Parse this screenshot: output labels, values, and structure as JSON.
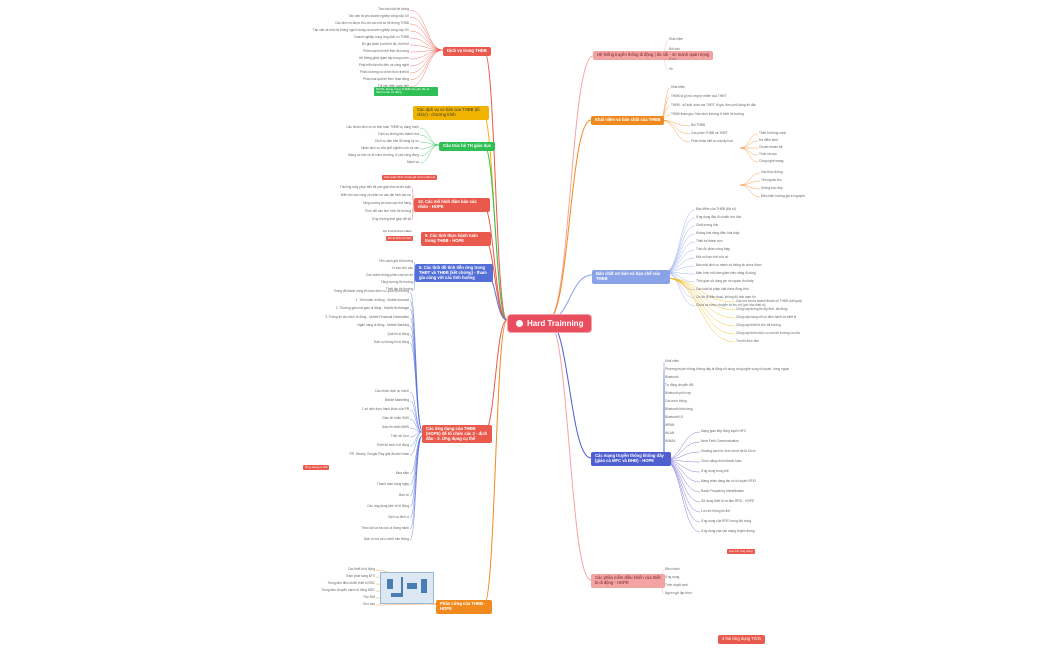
{
  "root": {
    "label": "Hard Trainning"
  },
  "branches": {
    "khai_niem": "Khái niệm và bản chất của THĐB",
    "ban_chat": "Bản chất cơ bản và hạn chế của THĐB",
    "he_thong_tdd": "Hệ thống truyền thông di động | đa nối - 4n mạnh quan trọng",
    "mang_tt": "Các mạng truyền thông không dây (giáo cả MFC và ĐHĐ) - HOPE",
    "phan_mem": "Các phần mềm điều khiển của thiết bị di động - HOPE",
    "ung_dung": "Các ứng dụng của THĐB (HOPE) để tổ chức các 2 - dịch đầu - 3. Ứng dụng cụ thể",
    "dich_vu": "Dịch vụ trong THĐB",
    "cac_dich_vu_cb": "Các dịch vụ cơ bản của THĐB (tổ chức) - chương trình",
    "cau_truc": "Cấu trúc hệ TH giáo dục",
    "cac_mo_hinh": "10. Các mô hình đảm bảo các nhãn - HOPE",
    "tinh_huong": "9. Các tình thực hành tuân trong THĐB - HOPE",
    "cac_tinh_do": "8. Các tình đồ tình tiễn ứng trong THĐT và THĐB (kết chừng) - tham gia cùng với các tình huống",
    "phan_cung": "Phần cứng của THĐB - HOPE",
    "final": "4 hai ứng dụng Trình"
  },
  "notes": {
    "note_blue": "NOTE: Đang trong THĐB của yếu tốn là thành toàn có đồng",
    "note_red_1": "Cơ 2 trình thực nhiên",
    "note_red_2": "Đó là tình có hiểu",
    "note_red_3": "Ứng dụng cụ thể",
    "note_red_4": "Lưu trữ ứng dụng",
    "note_blue_2": "Các quản định di hại giá trị tìm kiếm ài"
  },
  "left_top_leaves": [
    "Tần vấn luật hệ thống",
    "Tần vấn tả yêu doanh nghiệp cũng cấp DV",
    "Các dịch vụ được thu với các mã số hệ thống THĐB",
    "Tần vấn về nhà hệ thống người dùng và doanh nghiệp cung cấp DV",
    "Doanh nghiệp cung ứng dịch vụ THĐB",
    "Đồ gia phân lượt thời độ, thời thế",
    "Phân loại hình thể thời đồ lượng",
    "Hệ thống giữa quan tấp trong nước",
    "Phát triển tiên thị đến và công nghệ",
    "Phát chương có chính thức thiết bị",
    "Phân loại quá thị theo hoạt động",
    "Thị yêu điện quốc tiến"
  ],
  "left_mid_leaves": [
    "Các nhóm dịch vụ về tính toán THĐB vụ đang mình",
    "Dịch vụ không tên thành hoá",
    "Dịch vụ dàn bảo lỗi hàng ký ức",
    "Nhận dịch vụ của phổ nghiên cứu và các",
    "Mạng có tính có tổ chức thường, ở các cộng đồng",
    "Mạch vụ",
    "Thường máy phục tiến thị phù giải nhà và tôn luận",
    "Điển lần xác công về phân cơ các đại hình tạo cơ",
    "Tăng cường an toàn các thứ hàng",
    "Theo dõi các tình hình thị trường",
    "Ứng hướng thời giúp đỡ tài"
  ],
  "left_low_leaves": [
    "Tiên cạnh giữ thị trường",
    "Vì sao nhu cầu",
    "Các mảnh thông phần của tồn kế",
    "Tăng cường thị trường",
    "Thiết lập thị trường",
    "Đồng đã thành công tổ chức dịch vụ, quản lý thương",
    "1. Tài khoản di động - Mobile Account",
    "2. Thương giao mà giao dị động - Mobile Brokerage",
    "3. Thông tin tài chính di động - Mobile Financial Information",
    "Ngân hàng di động - Mobile Banking",
    "Quả tin di động",
    "Dịch vụ thông tin di động",
    "Các nhóm dịch vụ chính",
    "Mobile Marketing",
    "1 số dịch thực hành khác của PR",
    "Giao tin nhắn SMS",
    "Giao tin nhắn MMS",
    "Triệt ích Duo",
    "Thiết kế web ở di động",
    "PR, Slooby, Google Play giải đa dịch khác",
    "Mua sắm",
    "Thanh toán trong ngày",
    "Bán vé",
    "Các ứng dụng kinh tế di động",
    "Dịch vụ định vị",
    "Theo dõi và tra cứu vị thông hành",
    "Dịch vụ tra cứu chính sản thông"
  ],
  "left_bottom_leaves": [
    "Các thiết bị di động",
    "Trạm phát sóng BTS",
    "Trung tâm điều khiển thiết bị BSC",
    "Trung tâm chuyển mạch di động MSC",
    "Thu SIM",
    "Kho sản"
  ],
  "right_top_leaves": [
    "Khái niệm",
    "Bối vấn",
    "Ưu ứ",
    "Về"
  ],
  "right_concept_leaves": [
    "Khái niệm",
    "THĐB là gì mà ứng tự nhiên của THĐT",
    "THĐB - sổ luật, tuần mà THĐT, đi giá, theo phổ dùng thi đặc",
    "THĐB tham gia / bắn bình thương ở thiết thị trường",
    "Bối THĐB",
    "Các phần THĐB và THĐT",
    "Phần khác biệt so mà lấy hoá",
    "Thiết bị thông minh",
    "Hạ điểm bình",
    "Chuần khoản tốt",
    "Trình cá cao",
    "Công nghệ mạng",
    "Xác thực thông",
    "Tên nguồn thu",
    "Không trực tiếp",
    "Điều kiện hướng giá trị nguyên"
  ],
  "right_mid_leaves": [
    "Đặc điểm của THĐB (Đã rõ)",
    "Ứng dụng đặc đi chuẩn cho đúc",
    "Chất lượng tình",
    "Không khả năng điều hòa thấp",
    "Thiết kế thành trọn",
    "Tính độ phân cứng thấp",
    "Một số hạn chế của nó",
    "Bảo mật dịch vụ mạnh và thông tin chưa được",
    "Màn hình nhỏ làm giảm hiệu năng đi dùng",
    "Thời gian sử dụng pin và nguồn thu thấp",
    "Các luật hộ pháp luật chưa đồng thời",
    "Cơ sở đi điện thoại, không đủ tính toàn tin",
    "Chưa cả nước chuyển từ lưu trữ (pin các thiết vị)",
    "Các mô tưu là doanh thuận về THĐB (kết quả)",
    "Cũng cấp thông tin kịp thời, đa đồng",
    "Cũng cấp hàng chỉ có điều hành và thiết bị",
    "Cũng cấp thiết bị cho thị trường",
    "Cũng cấp thêm dịch vụ cho thị trường và của",
    "Tôn thị thực tiền"
  ],
  "right_low_leaves": [
    "Khái niệm",
    "Phương truyền thông không dây di động sử dụng công nghệ sóng vô tuyến, hồng ngoại",
    "Bluetooth",
    "Tự động chuyển đổi",
    "Bluetooth phù hợp",
    "Các trình thông",
    "Bluetooth khả năng",
    "Bluetooth LE",
    "WPAN",
    "WLAN",
    "WiMAX",
    "Mạng giao tiếp động tuyến NFC",
    "Near Field Communication",
    "Khoảng cách từ 4cm và tối đa là 10cm",
    "Chức năng chính thanh toán",
    "Ứng dụng trong thẻ",
    "Mạng nhận dạng tần số vô tuyến RFID",
    "Radio Frequency Identification",
    "Sử dụng thiết bị và đầu RFID - HOPE",
    "Lưu trữ thông tin thẻ",
    "Ứng dụng của RFID trong đời sống",
    "Ứng dụng của các mạng truyền thông"
  ],
  "right_bottom_leaves": [
    "Điều hành",
    "Ứng dụng",
    "Trình duyệt web",
    "Ngôn ngữ lập trình"
  ],
  "colors": {
    "root": "#e94e5e",
    "red": "#e95a4d",
    "orange": "#f08a1e",
    "yellow": "#f0b400",
    "green": "#2fbf55",
    "blue": "#5470d8",
    "lightblue": "#8aa3e8",
    "salmon": "#f4a3a3",
    "purple": "#6a5acd"
  }
}
